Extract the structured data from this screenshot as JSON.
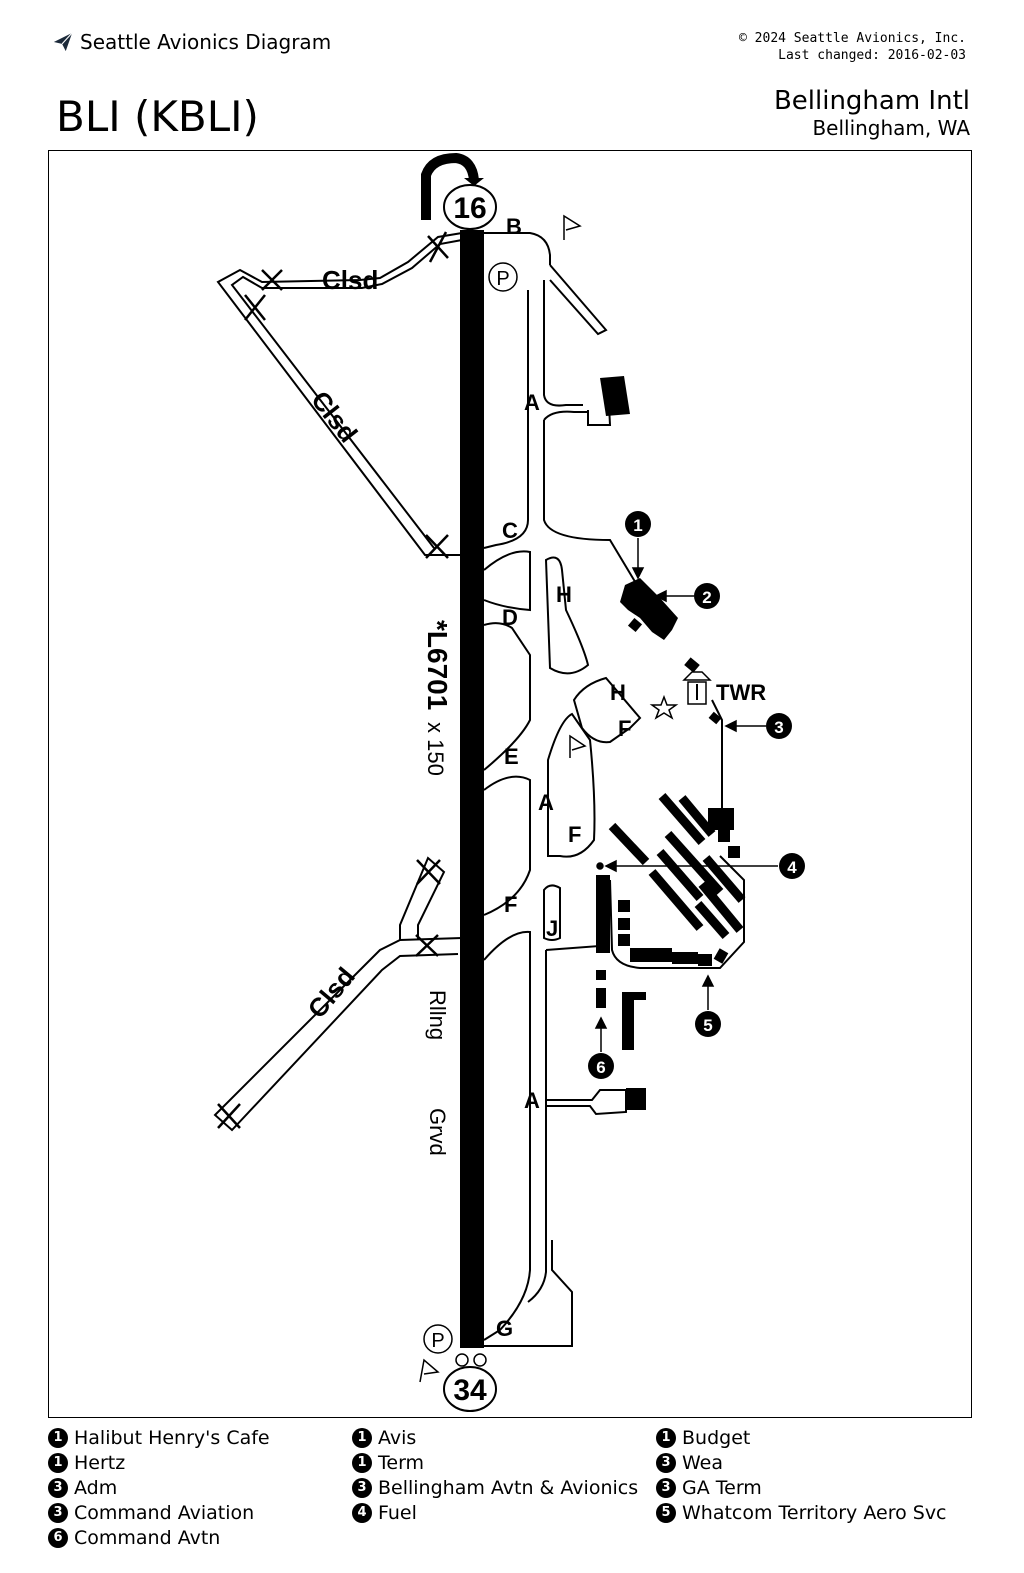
{
  "header": {
    "brand": "Seattle Avionics Diagram",
    "copyright": "© 2024 Seattle Avionics, Inc.",
    "last_changed": "Last changed: 2016-02-03",
    "ident": "BLI (KBLI)",
    "airport_name": "Bellingham Intl",
    "city": "Bellingham, WA"
  },
  "diagram": {
    "runway_end_north": "16",
    "runway_end_south": "34",
    "runway_label": "*L6701",
    "runway_dims": "x 150",
    "runway_surface_1": "Rllng",
    "runway_surface_2": "Grvd",
    "closed_label": "Clsd",
    "tower_label": "TWR",
    "parking_symbol": "P",
    "taxiways": {
      "b": "B",
      "a_north": "A",
      "c": "C",
      "d": "D",
      "h1": "H",
      "h2": "H",
      "f1": "F",
      "e": "E",
      "a_mid": "A",
      "f2": "F",
      "f3": "F",
      "j": "J",
      "a_south": "A",
      "g": "G"
    },
    "callouts": [
      "1",
      "2",
      "3",
      "4",
      "5",
      "6"
    ]
  },
  "legend": [
    {
      "num": "1",
      "label": "Halibut Henry's Cafe"
    },
    {
      "num": "1",
      "label": "Avis"
    },
    {
      "num": "1",
      "label": "Budget"
    },
    {
      "num": "1",
      "label": "Hertz"
    },
    {
      "num": "1",
      "label": "Term"
    },
    {
      "num": "3",
      "label": "Wea"
    },
    {
      "num": "3",
      "label": "Adm"
    },
    {
      "num": "3",
      "label": "Bellingham Avtn & Avionics"
    },
    {
      "num": "3",
      "label": "GA Term"
    },
    {
      "num": "3",
      "label": "Command Aviation"
    },
    {
      "num": "4",
      "label": "Fuel"
    },
    {
      "num": "5",
      "label": "Whatcom Territory Aero Svc"
    },
    {
      "num": "6",
      "label": "Command Avtn"
    }
  ]
}
